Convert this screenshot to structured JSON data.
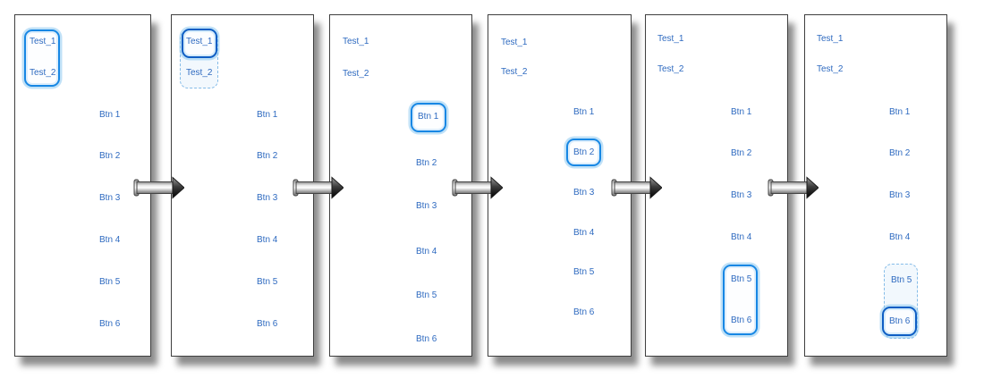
{
  "colors": {
    "label_blue": "#2e6ac0",
    "highlight_blue": "#1787e4",
    "highlight_dark_blue": "#0e5ec4",
    "ghost_dashed_blue": "#85bce8",
    "panel_border": "#3f3f3f",
    "arrow_dark": "#222222"
  },
  "steps": [
    {
      "tests": [
        "Test_1",
        "Test_2"
      ],
      "buttons": [
        "Btn 1",
        "Btn 2",
        "Btn 3",
        "Btn 4",
        "Btn 5",
        "Btn 6"
      ],
      "highlights": [
        {
          "style": "solid",
          "around": [
            "Test_1",
            "Test_2"
          ]
        }
      ]
    },
    {
      "tests": [
        "Test_1",
        "Test_2"
      ],
      "buttons": [
        "Btn 1",
        "Btn 2",
        "Btn 3",
        "Btn 4",
        "Btn 5",
        "Btn 6"
      ],
      "highlights": [
        {
          "style": "dashed-ghost",
          "around": [
            "Test_1",
            "Test_2"
          ]
        },
        {
          "style": "solid-dark",
          "around": [
            "Test_1"
          ]
        }
      ]
    },
    {
      "tests": [
        "Test_1",
        "Test_2"
      ],
      "buttons": [
        "Btn 1",
        "Btn 2",
        "Btn 3",
        "Btn 4",
        "Btn 5",
        "Btn 6"
      ],
      "highlights": [
        {
          "style": "solid",
          "around": [
            "Btn 1"
          ]
        }
      ]
    },
    {
      "tests": [
        "Test_1",
        "Test_2"
      ],
      "buttons": [
        "Btn 1",
        "Btn 2",
        "Btn 3",
        "Btn 4",
        "Btn 5",
        "Btn 6"
      ],
      "highlights": [
        {
          "style": "solid",
          "around": [
            "Btn 2"
          ]
        }
      ]
    },
    {
      "tests": [
        "Test_1",
        "Test_2"
      ],
      "buttons": [
        "Btn 1",
        "Btn 2",
        "Btn 3",
        "Btn 4",
        "Btn 5",
        "Btn 6"
      ],
      "highlights": [
        {
          "style": "solid",
          "around": [
            "Btn 5",
            "Btn 6"
          ]
        }
      ]
    },
    {
      "tests": [
        "Test_1",
        "Test_2"
      ],
      "buttons": [
        "Btn 1",
        "Btn 2",
        "Btn 3",
        "Btn 4",
        "Btn 5",
        "Btn 6"
      ],
      "highlights": [
        {
          "style": "dashed-ghost",
          "around": [
            "Btn 5",
            "Btn 6"
          ]
        },
        {
          "style": "solid-dark",
          "around": [
            "Btn 6"
          ]
        }
      ]
    }
  ]
}
